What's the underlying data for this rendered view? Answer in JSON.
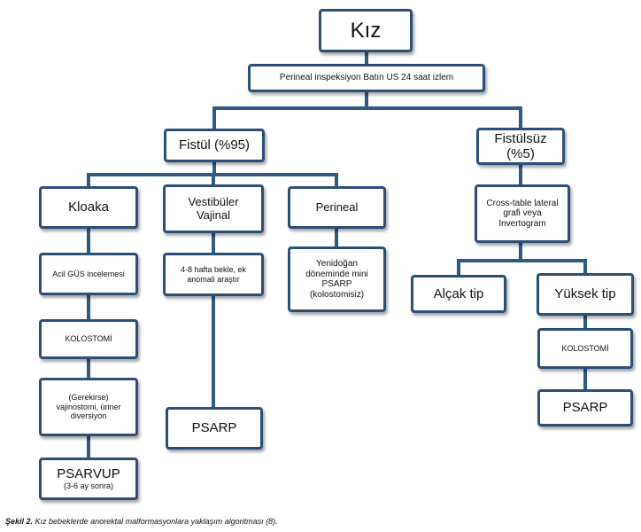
{
  "nodes": {
    "kiz": "Kız",
    "inspection": "Perineal inspeksiyon Batın US 24 saat izlem",
    "fistul": "Fistül (%95)",
    "fistulsuz_1": "Fistülsüz",
    "fistulsuz_2": "(%5)",
    "kloaka": "Kloaka",
    "vestibuler_1": "Vestibüler",
    "vestibuler_2": "Vajinal",
    "perineal": "Perineal",
    "crosstable_1": "Cross-table lateral",
    "crosstable_2": "grafi veya",
    "crosstable_3": "Invertogram",
    "acil_gus": "Acil GÜS incelemesi",
    "bekle_1": "4-8 hafta bekle, ek",
    "bekle_2": "anomali araştır",
    "yenidogan_1": "Yenidoğan",
    "yenidogan_2": "döneminde mini",
    "yenidogan_3": "PSARP",
    "yenidogan_4": "(kolostomisiz)",
    "alcak_tip": "Alçak tip",
    "yuksek_tip": "Yüksek tip",
    "kolostomi_left": "KOLOSTOMİ",
    "kolostomi_right": "KOLOSTOMİ",
    "gerekirse_1": "(Gerekirse)",
    "gerekirse_2": "vajinostomi, üriner",
    "gerekirse_3": "diversiyon",
    "psarp_middle": "PSARP",
    "psarp_right": "PSARP",
    "psarvup_1": "PSARVUP",
    "psarvup_2": "(3-6 ay sonra)"
  },
  "caption": {
    "label": "Şekil 2.",
    "text": "Kız bebeklerde anorektal malformasyonlara yaklaşım algoritması (8)."
  },
  "colors": {
    "border": "#2c4f78",
    "connector": "#2f5a86"
  }
}
